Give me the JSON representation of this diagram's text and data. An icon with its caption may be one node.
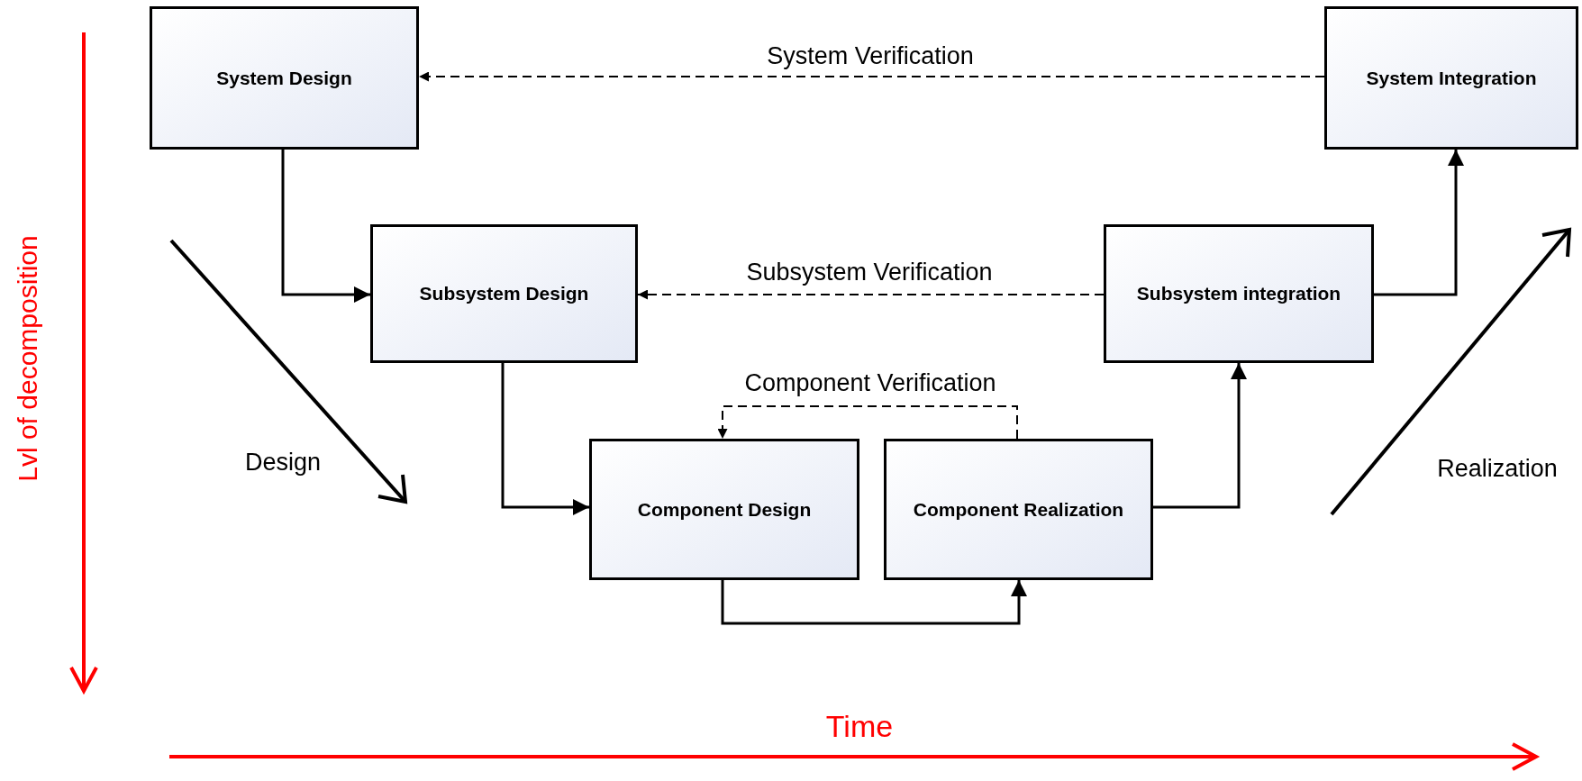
{
  "diagram": {
    "nodes": [
      {
        "text": [
          "System Design"
        ]
      },
      {
        "text": [
          "System Integration"
        ]
      },
      {
        "text": [
          "Subsystem Design"
        ]
      },
      {
        "text": [
          "Subsystem integration"
        ]
      },
      {
        "text": [
          "Component Design"
        ]
      },
      {
        "text": [
          "Component Realization"
        ]
      }
    ],
    "edges": [
      {
        "from": 0,
        "to": 2,
        "arrow": "to"
      },
      {
        "from": 2,
        "to": 4,
        "arrow": "to"
      },
      {
        "from": 4,
        "to": 5,
        "arrow": "to"
      },
      {
        "from": 5,
        "to": 3,
        "arrow": "to"
      },
      {
        "from": 3,
        "to": 1,
        "arrow": "to"
      },
      {
        "from": 1,
        "to": 0,
        "arrow": "to",
        "style": "dashed",
        "label": "System Verification"
      },
      {
        "from": 3,
        "to": 2,
        "arrow": "to",
        "style": "dashed",
        "label": "Subsystem Verification"
      },
      {
        "from": 5,
        "to": 4,
        "arrow": "to",
        "style": "dashed",
        "label": "Component Verification"
      }
    ],
    "labels": [
      "Design",
      "Realization",
      "Lvl of decomposition",
      "Time"
    ]
  }
}
